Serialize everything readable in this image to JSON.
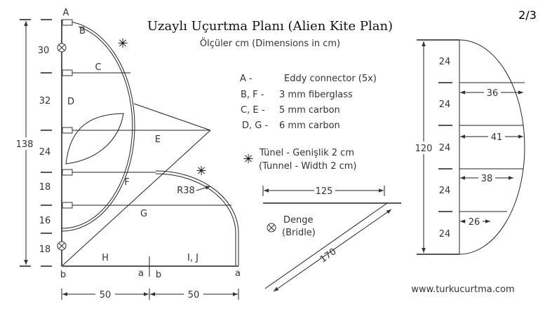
{
  "title": "Uzaylı Uçurtma Planı (Alien Kite Plan)",
  "subtitle": "Ölçüler cm (Dimensions in cm)",
  "page": "2/3",
  "legend": [
    {
      "key": "A -",
      "text": "Eddy connector (5x)"
    },
    {
      "key": "B, F -",
      "text": "3 mm fiberglass"
    },
    {
      "key": "C, E -",
      "text": "5 mm carbon"
    },
    {
      "key": "D, G -",
      "text": "6 mm carbon"
    }
  ],
  "tunnel": {
    "line1": "Tünel - Genişlik 2 cm",
    "line2": "(Tunnel - Width 2 cm)"
  },
  "bridle": {
    "line1": "Denge",
    "line2": "(Bridle)"
  },
  "left_dims": [
    "30",
    "32",
    "24",
    "18",
    "16",
    "18"
  ],
  "total_height": "138",
  "parts": {
    "A": "A",
    "B": "B",
    "C": "C",
    "D": "D",
    "E": "E",
    "F": "F",
    "G": "G",
    "H": "H",
    "IJ": "I, J",
    "radius": "R38"
  },
  "bottom_marks": [
    "b",
    "a",
    "b",
    "a"
  ],
  "bottom_dims": [
    "50",
    "50"
  ],
  "bridle_dims": {
    "horizontal": "125",
    "diagonal": "170"
  },
  "right_dims": [
    "24",
    "24",
    "24",
    "24",
    "24"
  ],
  "right_total": "120",
  "right_widths": [
    "36",
    "41",
    "38",
    "26"
  ],
  "website": "www.turkucurtma.com"
}
